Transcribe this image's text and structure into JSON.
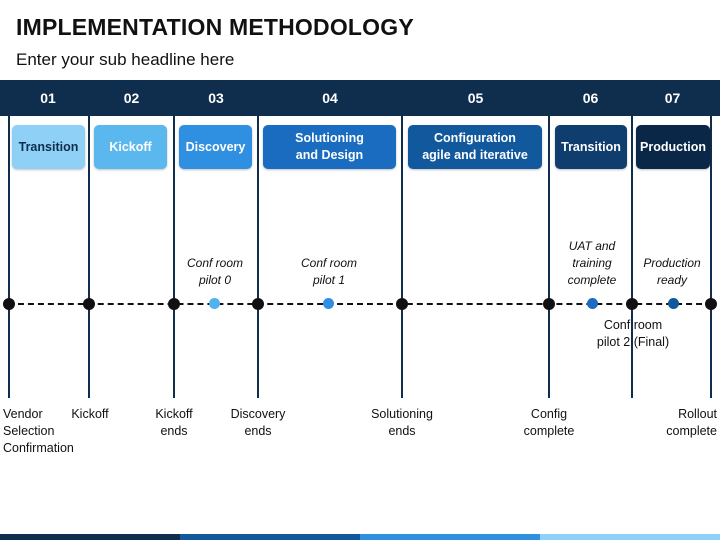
{
  "title": "IMPLEMENTATION METHODOLOGY",
  "subtitle": "Enter your sub headline here",
  "columns": [
    {
      "num": "01",
      "phase": "Transition",
      "color": "#8fd0f7"
    },
    {
      "num": "02",
      "phase": "Kickoff",
      "color": "#5ab8ef"
    },
    {
      "num": "03",
      "phase": "Discovery",
      "color": "#2f8fe0"
    },
    {
      "num": "04",
      "phase": "Solutioning\nand Design",
      "color": "#1a6cc0"
    },
    {
      "num": "05",
      "phase": "Configuration\nagile and iterative",
      "color": "#12589c"
    },
    {
      "num": "06",
      "phase": "Transition",
      "color": "#0f3d6e"
    },
    {
      "num": "07",
      "phase": "Production",
      "color": "#0a2747"
    }
  ],
  "milestones": [
    {
      "label": "Conf room\npilot 0",
      "color": "#4fb3ef"
    },
    {
      "label": "Conf room\npilot 1",
      "color": "#2f8fe0"
    },
    {
      "label": "UAT and\ntraining\ncomplete",
      "color": "#1a6cc0"
    },
    {
      "label": "Production\nready",
      "color": "#12589c"
    }
  ],
  "milestone_below": "Conf room\npilot 2 (Final)",
  "bottom_labels": [
    "Vendor\nSelection\nConfirmation",
    "Kickoff",
    "Kickoff\nends",
    "Discovery\nends",
    "Solutioning\nends",
    "Config\ncomplete",
    "Rollout\ncomplete"
  ],
  "colors": {
    "header": "#0f2d4d",
    "footer": [
      "#0f2d4d",
      "#12589c",
      "#2f8fe0",
      "#8fd0f7"
    ]
  }
}
